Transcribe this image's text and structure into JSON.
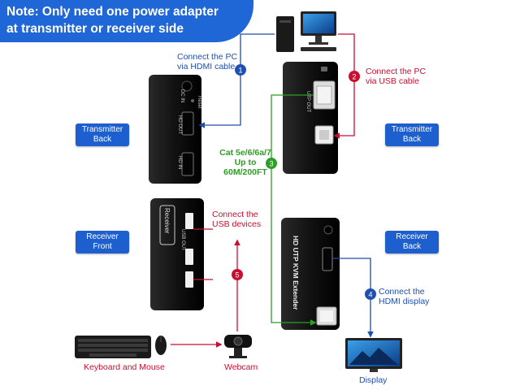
{
  "note": {
    "line1": "Note: Only need one power adapter",
    "line2": "at transmitter or receiver side"
  },
  "tags": {
    "transmitter_back_left": [
      "Transmitter",
      "Back"
    ],
    "transmitter_back_right": [
      "Transmitter",
      "Back"
    ],
    "receiver_front": [
      "Receiver",
      "Front"
    ],
    "receiver_back": [
      "Receiver",
      "Back"
    ]
  },
  "steps": [
    {
      "number": "1",
      "line1": "Connect the PC",
      "line2": "via HDMI cable",
      "color": "#1f4fb0"
    },
    {
      "number": "2",
      "line1": "Connect the PC",
      "line2": "via USB cable",
      "color": "#c8102e"
    },
    {
      "number": "3",
      "line1": "Cat 5e/6/6a/7",
      "line2": "Up to",
      "line3": "60M/200FT",
      "color": "#2e9e27"
    },
    {
      "number": "4",
      "line1": "Connect the",
      "line2": "HDMI display",
      "color": "#1f4fb0"
    },
    {
      "number": "5",
      "line1": "Connect the",
      "line2": "USB devices",
      "color": "#c8102e"
    }
  ],
  "devices": {
    "keyboard_mouse": "Keyboard and Mouse",
    "webcam": "Webcam",
    "display": "Display"
  },
  "box_labels": {
    "dc_in": "DC IN",
    "reset": "Reset",
    "hd_out": "HD OUT",
    "hd_in": "HD IN",
    "utp_out": "UTP OUT",
    "receiver": "Receiver",
    "usb_out": "USB OUT",
    "receiver_title": "HD UTP KVM Extender"
  },
  "colors": {
    "blue": "#1f4fb0",
    "red": "#c8102e",
    "green": "#2e9e27",
    "tag": "#1d5fcf"
  }
}
